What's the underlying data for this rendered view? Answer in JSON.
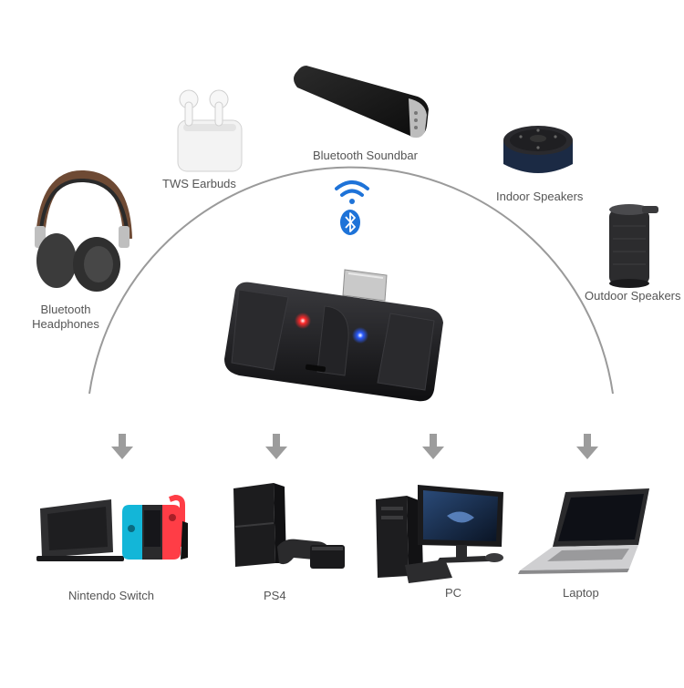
{
  "output_devices": [
    {
      "name": "headphones",
      "label_line1": "Bluetooth",
      "label_line2": "Headphones"
    },
    {
      "name": "earbuds",
      "label": "TWS Earbuds"
    },
    {
      "name": "soundbar",
      "label": "Bluetooth Soundbar"
    },
    {
      "name": "indoor-speakers",
      "label": "Indoor Speakers"
    },
    {
      "name": "outdoor-speakers",
      "label": "Outdoor Speakers"
    }
  ],
  "input_devices": [
    {
      "name": "nintendo-switch",
      "label": "Nintendo Switch"
    },
    {
      "name": "ps4",
      "label": "PS4"
    },
    {
      "name": "pc",
      "label": "PC"
    },
    {
      "name": "laptop",
      "label": "Laptop"
    }
  ],
  "colors": {
    "arc": "#9a9a9a",
    "arrow": "#9c9c9c",
    "bluetooth": "#1e73d8",
    "adapter_body": "#1b1b1d",
    "led_red": "#ff2a2a",
    "led_blue": "#2a5bff",
    "switch_red": "#ff3d46",
    "switch_blue": "#13b6d8"
  }
}
